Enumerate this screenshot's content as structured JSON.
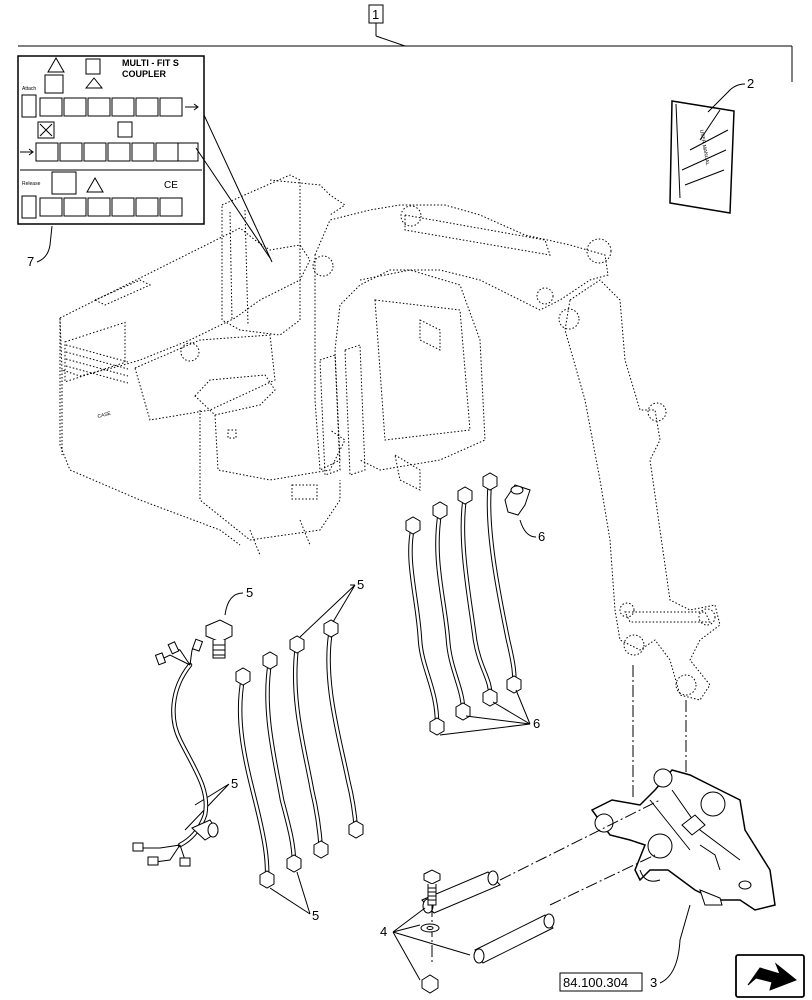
{
  "assembly": {
    "ref": "1"
  },
  "decal": {
    "title_line1": "MULTI - FIT  S",
    "title_line2": "COUPLER",
    "attach_label": "Attach",
    "release_label": "Release",
    "ce_mark": "CE"
  },
  "callouts": {
    "c2": "2",
    "c3": "3",
    "c4": "4",
    "c5a": "5",
    "c5b": "5",
    "c5c": "5",
    "c5d": "5",
    "c6a": "6",
    "c6b": "6",
    "c7": "7"
  },
  "reference_box": "84.100.304",
  "icons": {
    "nav": "next-page-arrow-icon",
    "warning": "warning-triangle-icon"
  }
}
